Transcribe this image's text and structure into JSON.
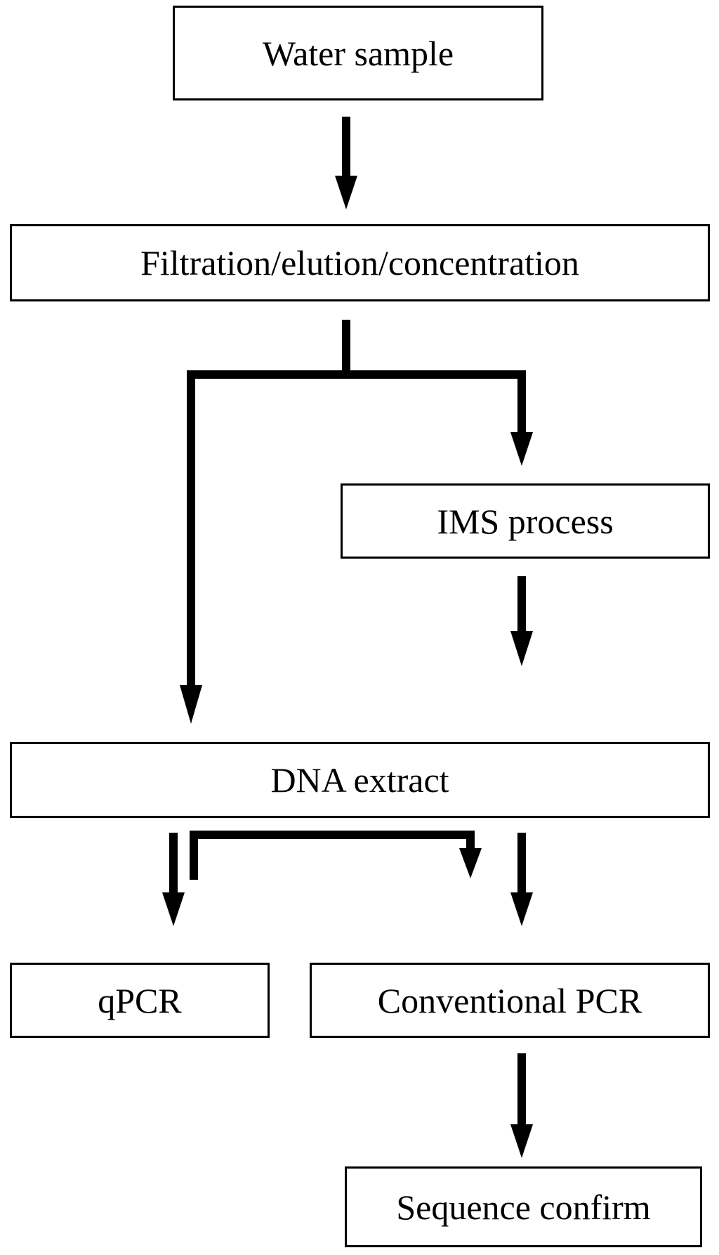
{
  "diagram": {
    "nodes": {
      "water_sample": "Water sample",
      "filtration": "Filtration/elution/concentration",
      "ims_process": "IMS process",
      "dna_extract": "DNA extract",
      "qpcr": "qPCR",
      "conventional_pcr": "Conventional PCR",
      "sequence_confirm": "Sequence confirm"
    },
    "edges": [
      [
        "water_sample",
        "filtration"
      ],
      [
        "filtration",
        "ims_process"
      ],
      [
        "filtration",
        "dna_extract"
      ],
      [
        "ims_process",
        "dna_extract"
      ],
      [
        "dna_extract",
        "qpcr"
      ],
      [
        "dna_extract",
        "conventional_pcr"
      ],
      [
        "conventional_pcr",
        "sequence_confirm"
      ]
    ],
    "line_color": "#000000",
    "box_border_color": "#000000",
    "background_color": "#ffffff"
  }
}
